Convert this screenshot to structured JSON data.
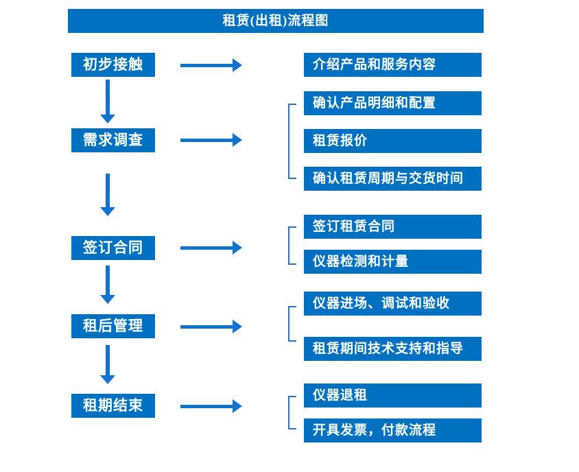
{
  "title": "租赁(出租)流程图",
  "colors": {
    "box_fill": "#0070C0",
    "arrow": "#1273CE",
    "bracket": "#2E74B5",
    "text": "#FFFFFF",
    "background": "#FFFFFF"
  },
  "steps": [
    {
      "label": "初步接触",
      "details": [
        "介绍产品和服务内容"
      ]
    },
    {
      "label": "需求调查",
      "details": [
        "确认产品明细和配置",
        "租赁报价",
        "确认租赁周期与交货时间"
      ]
    },
    {
      "label": "签订合同",
      "details": [
        "签订租赁合同",
        "仪器检测和计量"
      ]
    },
    {
      "label": "租后管理",
      "details": [
        "仪器进场、调试和验收",
        "租赁期间技术支持和指导"
      ]
    },
    {
      "label": "租期结束",
      "details": [
        "仪器退租",
        "开具发票，付款流程"
      ]
    }
  ]
}
